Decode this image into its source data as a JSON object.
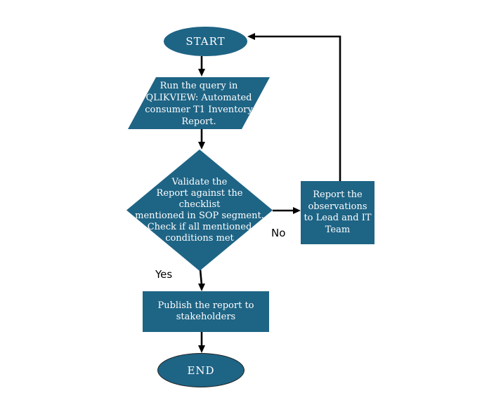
{
  "colors": {
    "shape_fill": "#1e6485",
    "shape_text": "#ffffff",
    "connector": "#000000",
    "label_text": "#000000",
    "end_border": "#1f1f1f",
    "background": "#ffffff"
  },
  "flowchart": {
    "start_label": "START",
    "query_text": "Run the query in\nQLIKVIEW: Automated\nconsumer T1 Inventory\nReport.",
    "decision_text": "Validate the\nReport against the\nchecklist\nmentioned in SOP segment.\nCheck if all mentioned\nconditions met",
    "report_text": "Report the\nobservations\nto Lead and IT\nTeam",
    "publish_text": "Publish the report to\nstakeholders",
    "end_label": "END",
    "yes_label": "Yes",
    "no_label": "No"
  }
}
